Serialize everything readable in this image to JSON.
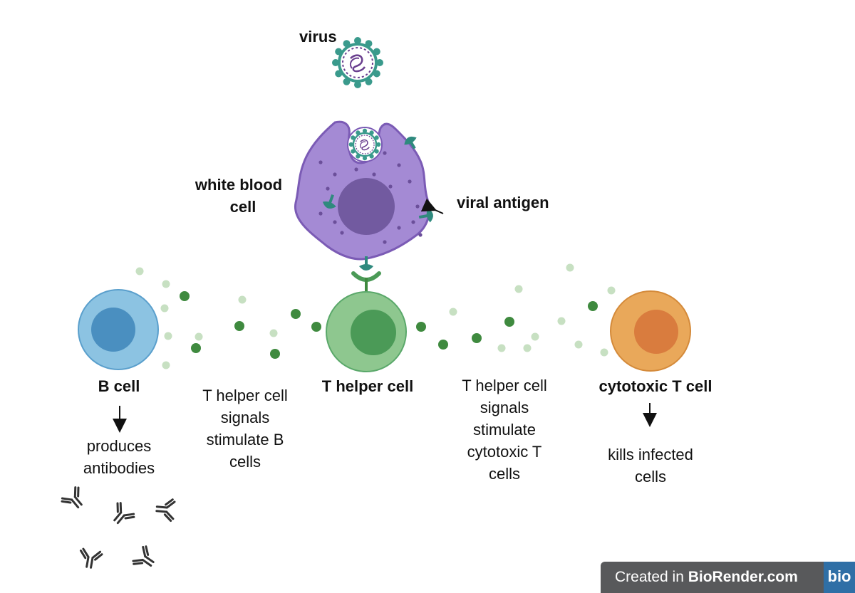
{
  "labels": {
    "virus": "virus",
    "white_blood_cell_line1": "white blood",
    "white_blood_cell_line2": "cell",
    "viral_antigen": "viral antigen",
    "b_cell": "B cell",
    "t_helper_cell": "T helper cell",
    "cytotoxic_t_cell": "cytotoxic T cell",
    "b_signal_lines": [
      "T helper cell",
      "signals",
      "stimulate B",
      "cells"
    ],
    "c_signal_lines": [
      "T helper cell",
      "signals",
      "stimulate",
      "cytotoxic T",
      "cells"
    ],
    "produces_lines": [
      "produces",
      "antibodies"
    ],
    "kills_lines": [
      "kills infected",
      "cells"
    ]
  },
  "badge": {
    "prefix": "Created in ",
    "brand": "BioRender.com",
    "logo": "bio"
  },
  "colors": {
    "virus_teal": "#3a9a8c",
    "virus_purple": "#6a3f8f",
    "wbc_body": "#a48ad4",
    "wbc_outline": "#7b5bb5",
    "wbc_nucleus": "#725aa0",
    "b_cell_body": "#8cc3e2",
    "b_cell_nucleus": "#4a8fc0",
    "t_helper_body": "#8ec78f",
    "t_helper_nucleus": "#4b9a57",
    "cytotoxic_body": "#e9a85a",
    "cytotoxic_nucleus": "#d97c3e",
    "signal_dark": "#3f8a3f",
    "signal_light": "#c7e0c2",
    "antibody": "#333333"
  }
}
